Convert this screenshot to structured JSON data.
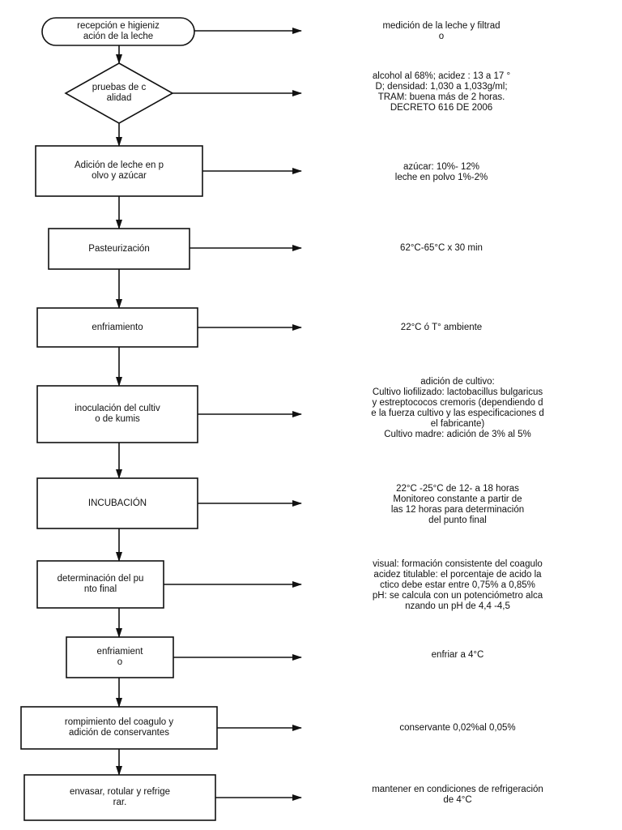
{
  "steps": [
    {
      "label": "recepción e higieniz\nación de la leche",
      "note": "medición de la leche y filtrad\no"
    },
    {
      "label": "pruebas de c\nalidad",
      "note": "alcohol al 68%; acidez : 13 a 17 °\nD; densidad: 1,030 a 1,033g/ml;\nTRAM: buena más de 2 horas.\nDECRETO 616 DE 2006"
    },
    {
      "label": "Adición de leche en p\nolvo y azúcar",
      "note": "azúcar: 10%- 12%\nleche en polvo 1%-2%"
    },
    {
      "label": "Pasteurización",
      "note": "62°C-65°C x 30 min"
    },
    {
      "label": "enfriamiento",
      "note": "22°C ó T° ambiente"
    },
    {
      "label": "inoculación del cultiv\no de kumis",
      "note": "adición de cultivo:\nCultivo liofilizado: lactobacillus bulgaricus\ny estreptococos cremoris (dependiendo d\ne la fuerza cultivo y las especificaciones d\nel fabricante)\nCultivo madre: adición de 3% al 5%"
    },
    {
      "label": "INCUBACIÓN",
      "note": "22°C -25°C de 12- a 18 horas\nMonitoreo constante a partir de\nlas 12 horas para determinación\ndel punto final"
    },
    {
      "label": "determinación del pu\nnto final",
      "note": "visual: formación consistente del coagulo\nacidez titulable: el porcentaje de acido la\nctico debe estar entre 0,75% a 0,85%\npH: se calcula con un potenciómetro alca\nnzando un pH de 4,4 -4,5"
    },
    {
      "label": "enfriamient\no",
      "note": "enfriar a 4°C"
    },
    {
      "label": "rompimiento del coagulo y\nadición de conservantes",
      "note": "conservante 0,02%al 0,05%"
    },
    {
      "label": "envasar, rotular y refrige\nrar.",
      "note": "mantener en condiciones de refrigeración\nde 4°C"
    }
  ]
}
